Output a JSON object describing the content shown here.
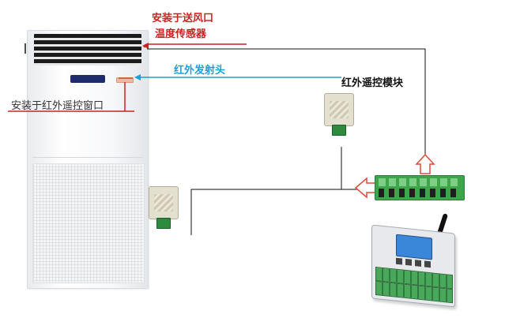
{
  "labels": {
    "supply_sensor_line1": "安装于送风口",
    "supply_sensor_line2": "温度传感器",
    "ir_emitter": "红外发射头",
    "ir_module": "红外遥控模块",
    "install_ir_window": "安装于红外遥控窗口"
  },
  "colors": {
    "annotation_red": "#cc2222",
    "ir_blue": "#1aa0d8",
    "wire_black": "#111111",
    "arrow_red": "#e14a3a"
  },
  "devices": {
    "ac_unit_icon": "cabinet-air-conditioner-icon",
    "sensor_icon": "temperature-sensor-icon",
    "terminal_strip_icon": "terminal-block-icon",
    "controller_icon": "wireless-controller-icon"
  }
}
